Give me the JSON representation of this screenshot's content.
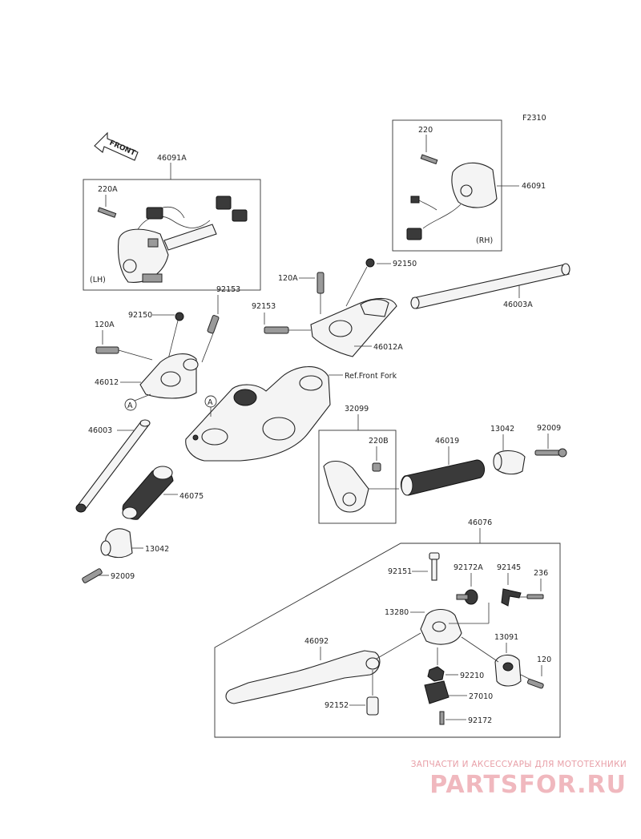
{
  "diagram": {
    "code": "F2310",
    "front_label": "FRONT",
    "box_lh_label": "(LH)",
    "box_rh_label": "(RH)",
    "ref_label": "Ref.Front Fork",
    "marker": "A",
    "labels": {
      "p46091A": "46091A",
      "p220A": "220A",
      "p220": "220",
      "p46091": "46091",
      "p92150_top": "92150",
      "p120A_mid": "120A",
      "p92153_mid": "92153",
      "p46003A": "46003A",
      "p46012A": "46012A",
      "p92153_left": "92153",
      "p92150_left": "92150",
      "p120A_left": "120A",
      "p46012": "46012",
      "p46003": "46003",
      "p46075": "46075",
      "p13042_left": "13042",
      "p92009_left": "92009",
      "p32099": "32099",
      "p220B": "220B",
      "p46019": "46019",
      "p13042_right": "13042",
      "p92009_right": "92009",
      "p46076": "46076",
      "p92151": "92151",
      "p92172A": "92172A",
      "p92145": "92145",
      "p236": "236",
      "p13280": "13280",
      "p46092": "46092",
      "p13091": "13091",
      "p120": "120",
      "p92210": "92210",
      "p27010": "27010",
      "p92152": "92152",
      "p92172": "92172"
    }
  },
  "watermark": {
    "subtitle": "ЗАПЧАСТИ И АКСЕССУАРЫ ДЛЯ МОТОТЕХНИКИ",
    "logo": "PARTSFOR.RU"
  }
}
